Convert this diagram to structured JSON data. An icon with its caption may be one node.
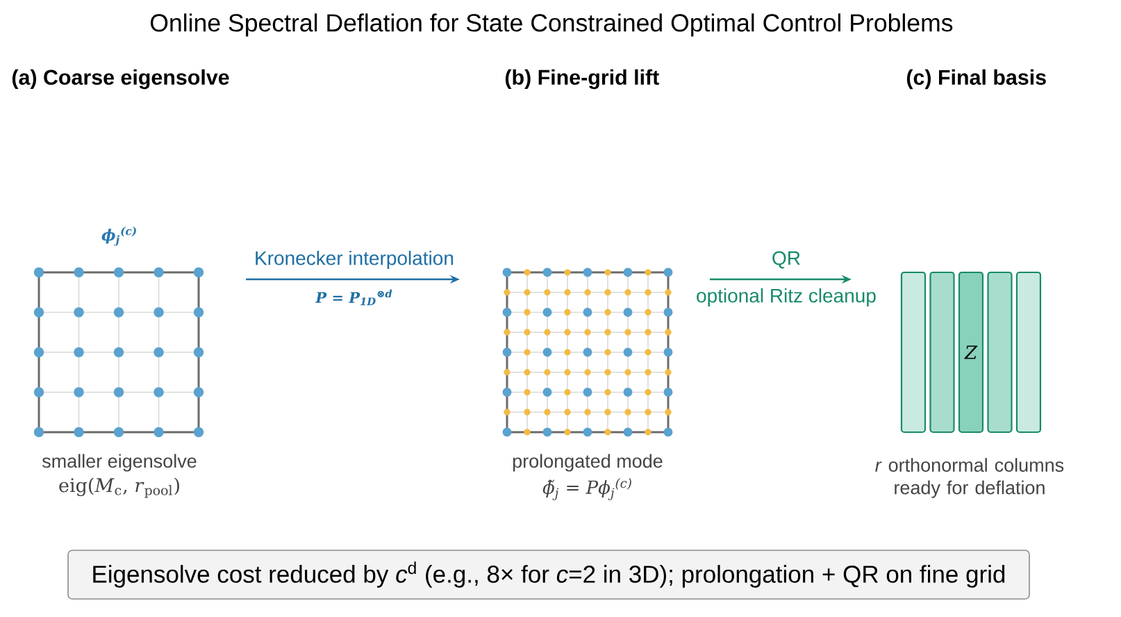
{
  "diagram": {
    "title": "Online Spectral Deflation for State Constrained Optimal Control Problems",
    "nodes": [
      {
        "text": [
          "ϕ$_{j}$$^{(c)}$"
        ],
        "beside": [
          "smaller eigensolve",
          "eig(*M*$_{c}$, *r*$_{pool}$)"
        ]
      },
      {
        "text": [],
        "shape": "picture",
        "beside": [
          "prolongated mode",
          "ϕ̃$_{j}$ = Pϕ$_{j}$$^{(c)}$"
        ]
      },
      {
        "text": [
          "Z"
        ],
        "beside": [
          "*r* orthonormal columns ready for deflation"
        ]
      },
      {
        "text": [
          "Eigensolve cost reduced by *c*$^{d}$ (e.g., 8× for *c*=2 in 3D); prolongation + QR on fine grid"
        ]
      }
    ],
    "edges": [
      {
        "from": 0,
        "to": 1,
        "arrow": "to",
        "label": "Kronecker interpolation",
        "color": "#1f6fa3"
      },
      {
        "from": 1,
        "to": 2,
        "arrow": "to",
        "label": "QR",
        "color": "#178a6b"
      }
    ],
    "labels": [
      "(a) Coarse eigensolve",
      "(b) Fine-grid lift",
      "(c) Final basis",
      "P = P$_{1D}$$^{⊗d}$",
      "optional Ritz cleanup"
    ]
  }
}
